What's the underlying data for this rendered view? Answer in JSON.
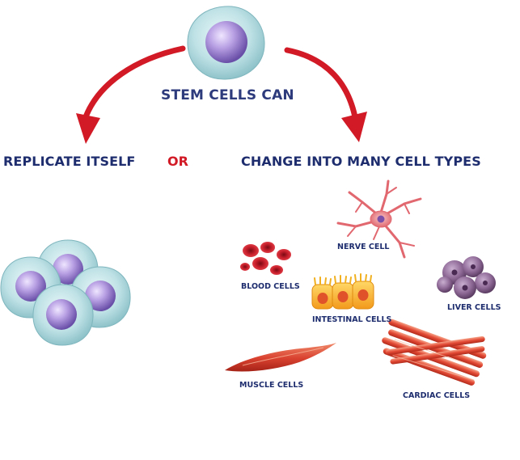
{
  "title": "STEM CELLS CAN",
  "left_heading": "REPLICATE ITSELF",
  "connector": "OR",
  "right_heading": "CHANGE INTO MANY CELL TYPES",
  "cell_types": {
    "nerve": "NERVE CELL",
    "blood": "BLOOD CELLS",
    "intestinal": "INTESTINAL CELLS",
    "liver": "LIVER CELLS",
    "muscle": "MUSCLE CELLS",
    "cardiac": "CARDIAC CELLS"
  },
  "colors": {
    "heading": "#1e2d6e",
    "arrow": "#d11a26",
    "cell_body": "#bfe2e6",
    "nucleus": "#a98fd6"
  }
}
